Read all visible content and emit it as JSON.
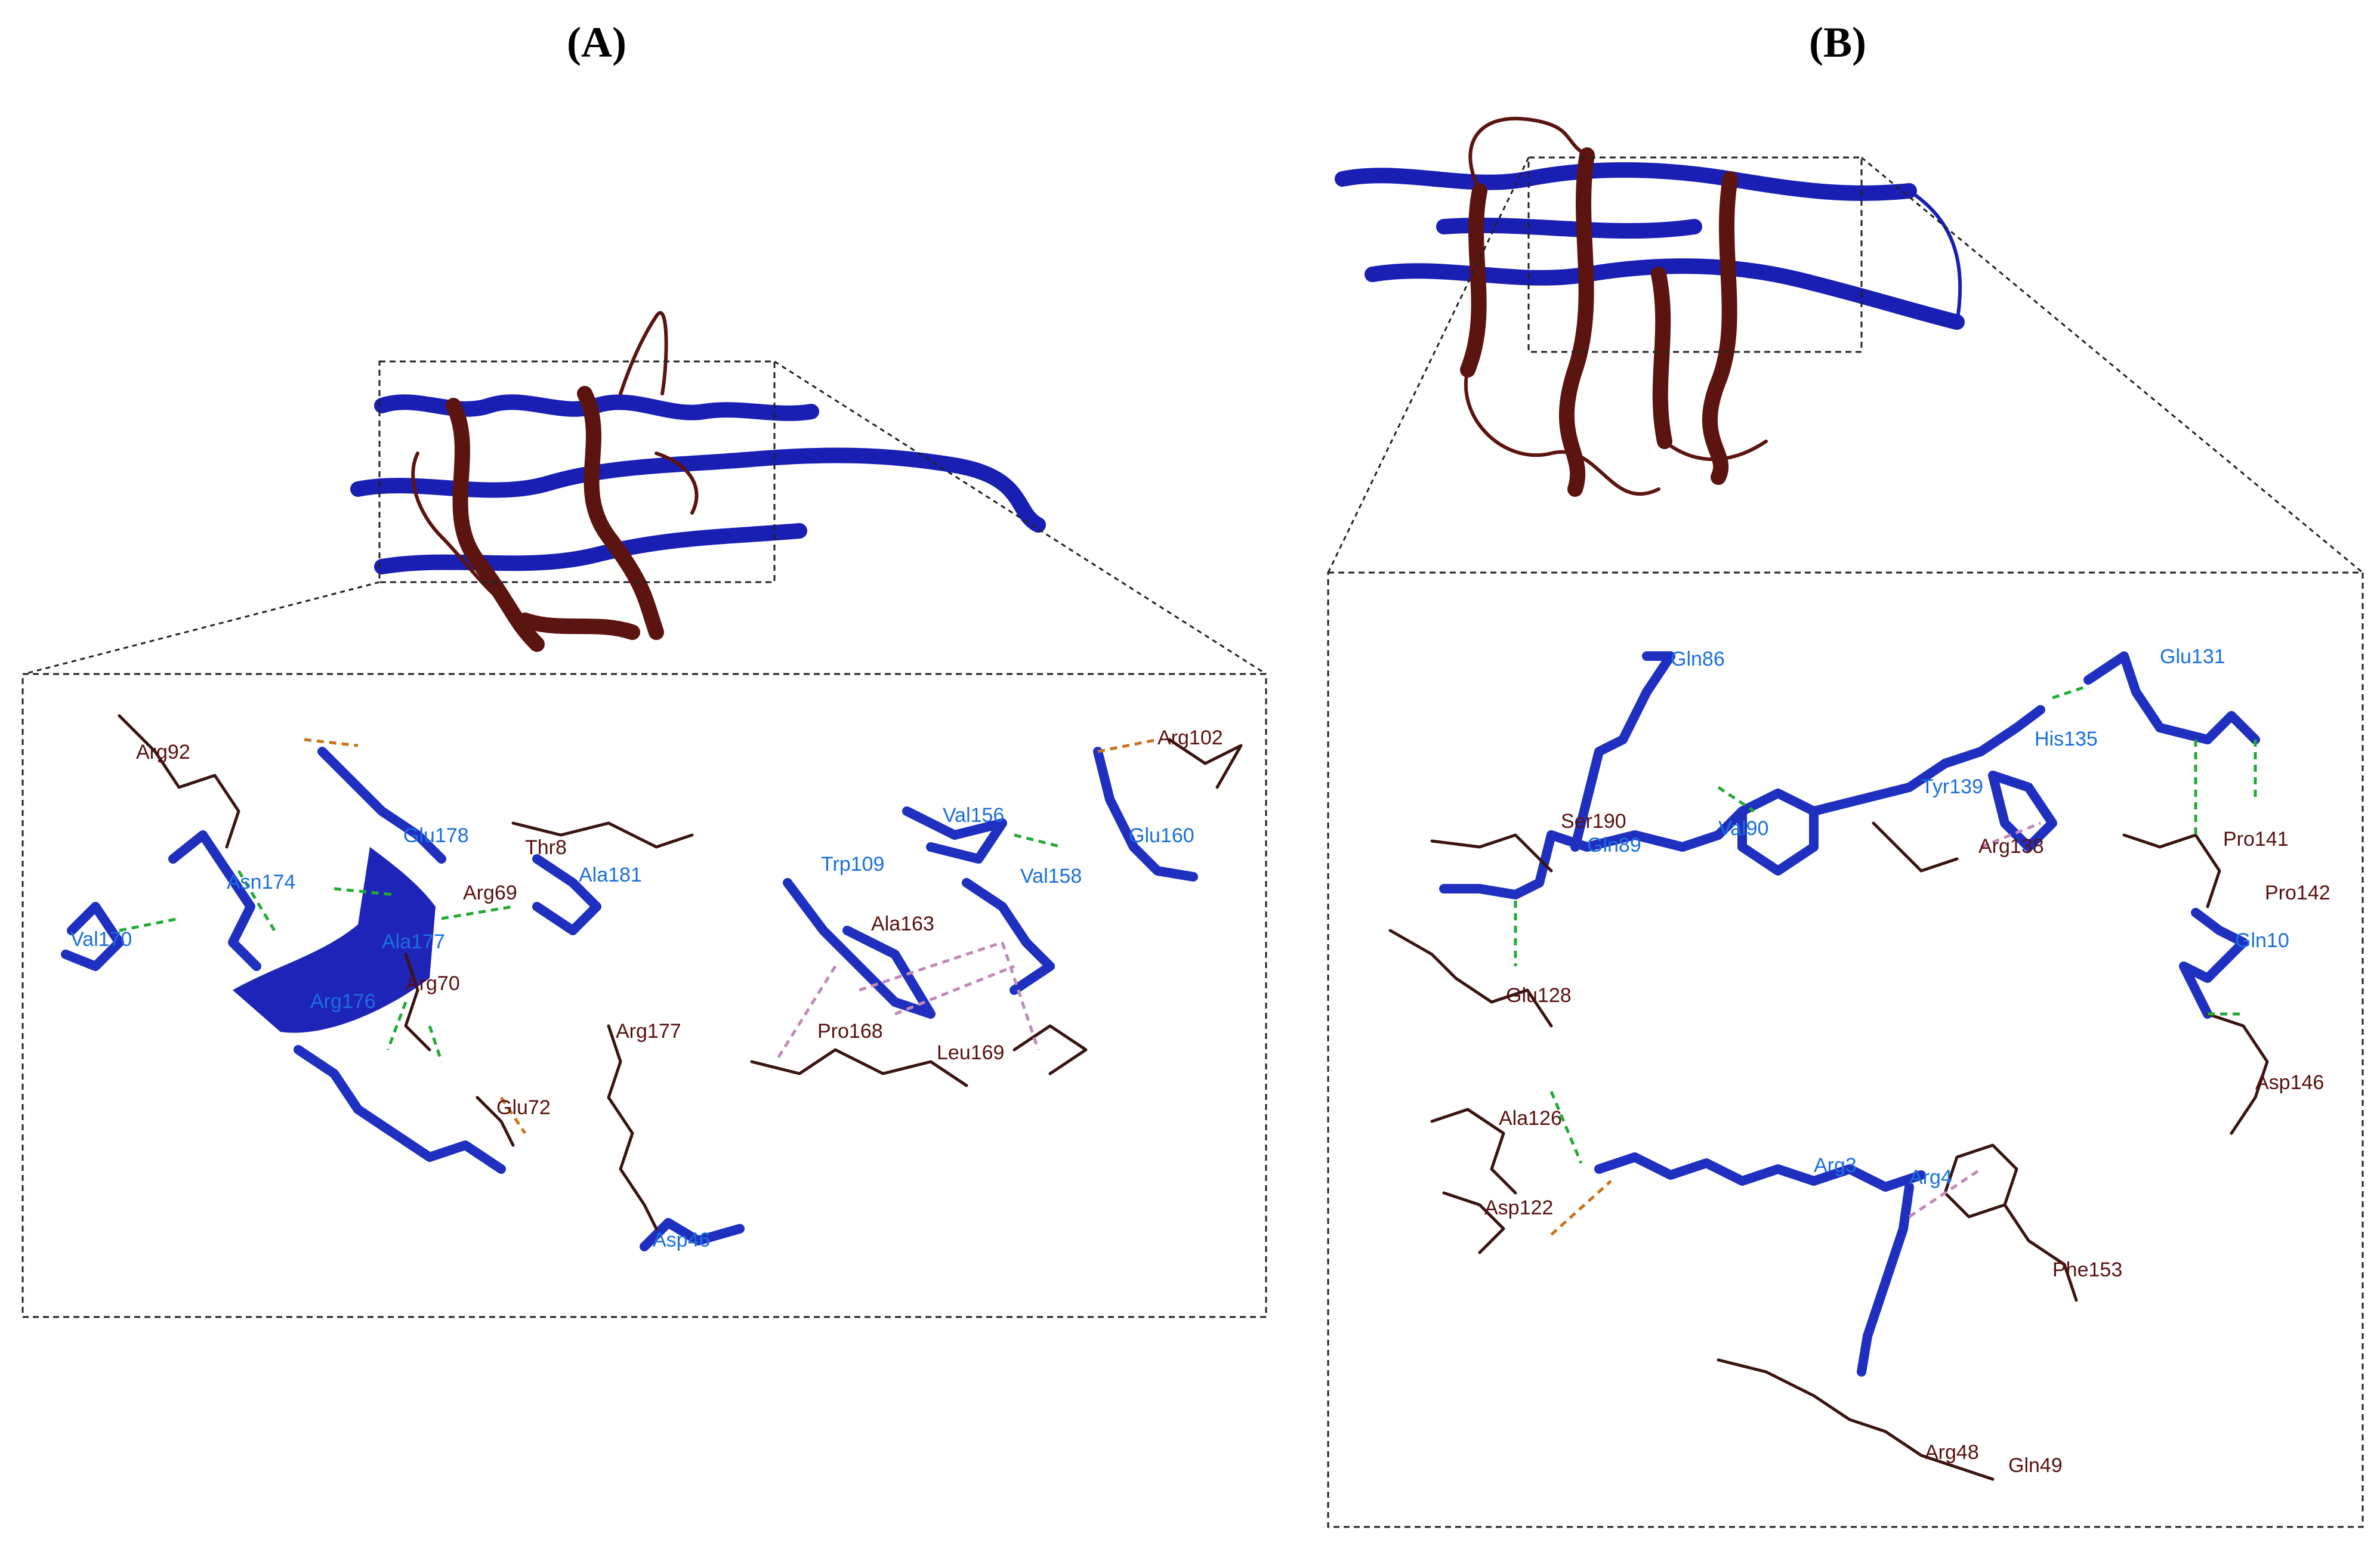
{
  "panels": [
    {
      "label": "(A)",
      "residues_blue": [
        "Asn174",
        "Val170",
        "Glu178",
        "Ala177",
        "Arg176",
        "Ala181",
        "Trp109",
        "Val156",
        "Glu160",
        "Val158",
        "Asp46"
      ],
      "residues_brown": [
        "Arg92",
        "Thr8",
        "Arg69",
        "Arg70",
        "Glu72",
        "Arg177",
        "Arg102",
        "Ala163",
        "Pro168",
        "Leu169"
      ]
    },
    {
      "label": "(B)",
      "residues_blue": [
        "Gln86",
        "Gln89",
        "Val90",
        "Tyr139",
        "His135",
        "Glu131",
        "Gln10",
        "Arg3",
        "Arg4"
      ],
      "residues_brown": [
        "Ser190",
        "Glu128",
        "Arg138",
        "Pro141",
        "Pro142",
        "Asp146",
        "Ala126",
        "Asp122",
        "Phe153",
        "Arg48",
        "Gln49"
      ]
    }
  ],
  "colors": {
    "chain_blue": "#1a1fb4",
    "chain_brown": "#5c1410",
    "label_blue": "#1a6fe0",
    "label_brown": "#5a1010",
    "hbond_green": "#22aa33",
    "salt_bridge_orange": "#c8741e",
    "hydrophobic_pink": "#c08ab8"
  }
}
